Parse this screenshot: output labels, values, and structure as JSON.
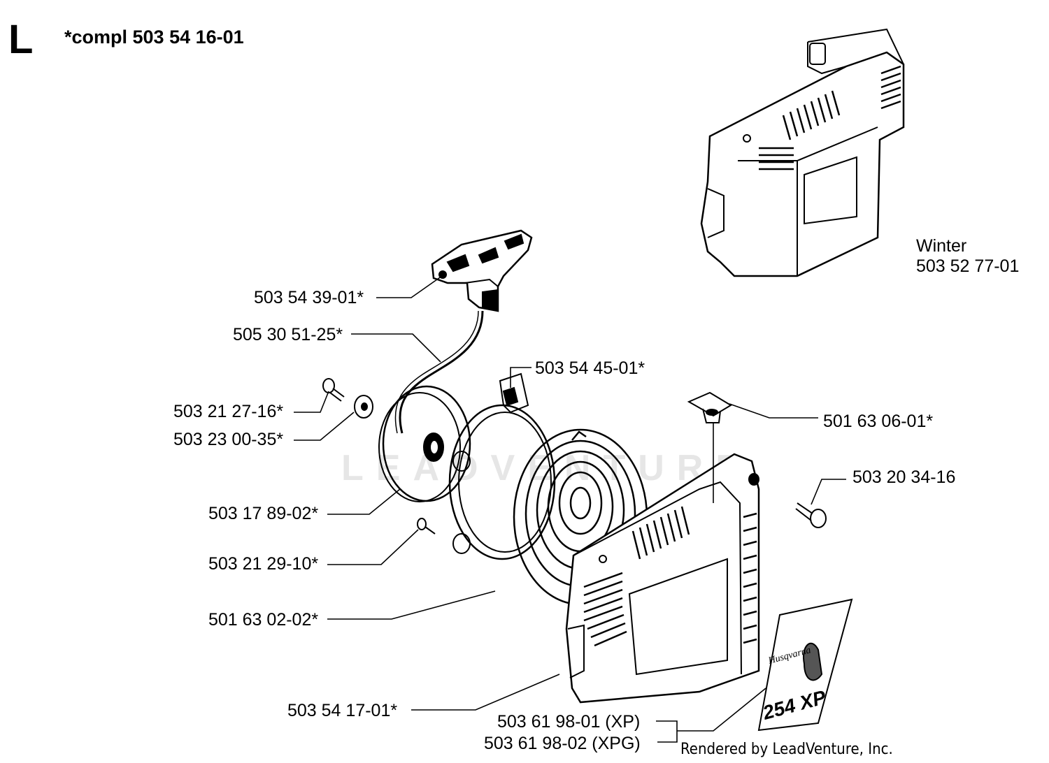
{
  "header": {
    "section_letter": "L",
    "kit_label": "*compl 503 54 16-01"
  },
  "winter_kit": {
    "name": "Winter",
    "part_number": "503 52 77-01"
  },
  "parts": [
    {
      "id": "handle",
      "label": "503 54 39-01*"
    },
    {
      "id": "rope",
      "label": "505 30 51-25*"
    },
    {
      "id": "pawl",
      "label": "503 54 45-01*"
    },
    {
      "id": "screw-top",
      "label": "503 21 27-16*"
    },
    {
      "id": "washer",
      "label": "503 23 00-35*"
    },
    {
      "id": "bushing",
      "label": "501 63 06-01*"
    },
    {
      "id": "screw-right",
      "label": "503 20 34-16"
    },
    {
      "id": "pulley",
      "label": "503 17 89-02*"
    },
    {
      "id": "screw-small",
      "label": "503 21 29-10*"
    },
    {
      "id": "spring",
      "label": "501 63 02-02*"
    },
    {
      "id": "starter-housing",
      "label": "503 54 17-01*"
    },
    {
      "id": "decal-xp",
      "label": "503 61 98-01 (XP)"
    },
    {
      "id": "decal-xpg",
      "label": "503 61 98-02 (XPG)"
    }
  ],
  "decal": {
    "brand": "Husqvarna",
    "model": "254 XP"
  },
  "watermark": "LEADVENTURE",
  "footer": "Rendered by LeadVenture, Inc."
}
